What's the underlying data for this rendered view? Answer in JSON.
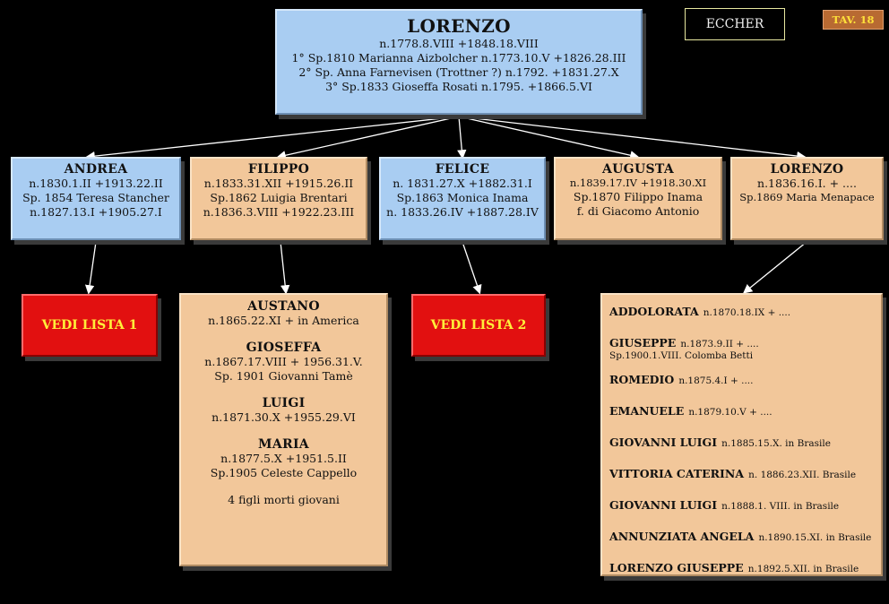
{
  "header": {
    "family": "ECCHER",
    "tav": "TAV. 18"
  },
  "root": {
    "name": "LORENZO",
    "lines": [
      "n.1778.8.VIII  +1848.18.VIII",
      "1° Sp.1810 Marianna Aizbolcher n.1773.10.V  +1826.28.III",
      "2° Sp. Anna Farnevisen (Trottner ?) n.1792.  +1831.27.X",
      "3° Sp.1833 Gioseffa Rosati n.1795.  +1866.5.VI"
    ]
  },
  "children": [
    {
      "name": "ANDREA",
      "lines": [
        "n.1830.1.II  +1913.22.II",
        "Sp. 1854 Teresa Stancher",
        "n.1827.13.I  +1905.27.I"
      ]
    },
    {
      "name": "FILIPPO",
      "lines": [
        "n.1833.31.XII  +1915.26.II",
        "Sp.1862 Luigia Brentari",
        "n.1836.3.VIII +1922.23.III"
      ]
    },
    {
      "name": "FELICE",
      "lines": [
        "n. 1831.27.X  +1882.31.I",
        "Sp.1863 Monica Inama",
        "n. 1833.26.IV  +1887.28.IV"
      ]
    },
    {
      "name": "AUGUSTA",
      "lines": [
        "n.1839.17.IV  +1918.30.XI",
        "Sp.1870 Filippo Inama",
        "f. di Giacomo Antonio"
      ]
    },
    {
      "name": "LORENZO",
      "lines": [
        "n.1836.16.I.  + ....",
        "Sp.1869 Maria Menapace"
      ]
    }
  ],
  "vedi1": "VEDI LISTA 1",
  "vedi2": "VEDI LISTA 2",
  "filippo_children": [
    {
      "name": "AUSTANO",
      "lines": [
        "n.1865.22.XI  + in America"
      ]
    },
    {
      "name": "GIOSEFFA",
      "lines": [
        "n.1867.17.VIII  + 1956.31.V.",
        "Sp. 1901 Giovanni Tamè"
      ]
    },
    {
      "name": "LUIGI",
      "lines": [
        "n.1871.30.X  +1955.29.VI"
      ]
    },
    {
      "name": "MARIA",
      "lines": [
        "n.1877.5.X  +1951.5.II",
        "Sp.1905 Celeste Cappello"
      ]
    }
  ],
  "filippo_note": "4 figli morti giovani",
  "lorenzo_children": [
    {
      "name": "ADDOLORATA",
      "detail": "n.1870.18.IX  + ....",
      "extra": ""
    },
    {
      "name": "GIUSEPPE",
      "detail": "n.1873.9.II  +   ....",
      "extra": "Sp.1900.1.VIII. Colomba Betti"
    },
    {
      "name": "ROMEDIO",
      "detail": "n.1875.4.I  + ....",
      "extra": ""
    },
    {
      "name": "EMANUELE",
      "detail": "n.1879.10.V  + ....",
      "extra": ""
    },
    {
      "name": "GIOVANNI LUIGI",
      "detail": "n.1885.15.X. in Brasile",
      "extra": ""
    },
    {
      "name": "VITTORIA CATERINA",
      "detail": "n. 1886.23.XII. Brasile",
      "extra": ""
    },
    {
      "name": "GIOVANNI LUIGI",
      "detail": "n.1888.1. VIII. in Brasile",
      "extra": ""
    },
    {
      "name": "ANNUNZIATA ANGELA",
      "detail": "n.1890.15.XI. in Brasile",
      "extra": ""
    },
    {
      "name": "LORENZO  GIUSEPPE",
      "detail": "n.1892.5.XII. in Brasile",
      "extra": ""
    }
  ]
}
